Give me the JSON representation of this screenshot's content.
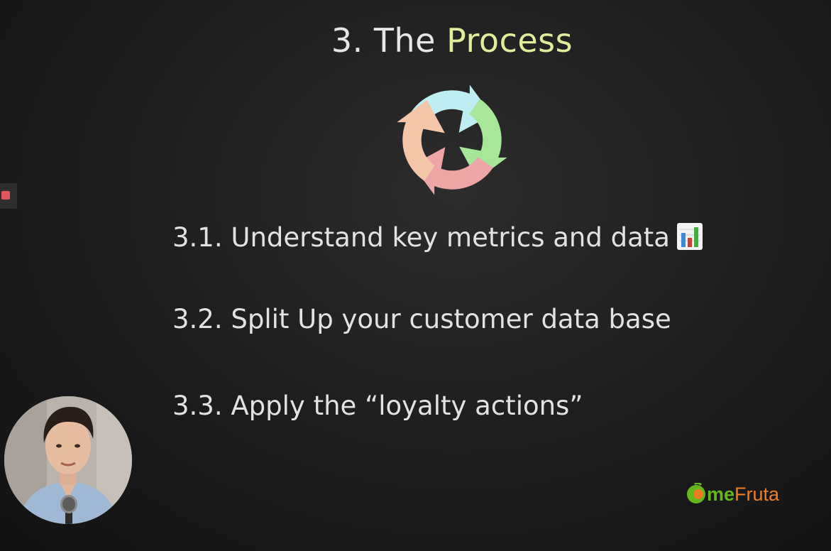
{
  "slide": {
    "title_prefix": "3. The ",
    "title_accent": "Process",
    "items": [
      {
        "label": "3.1. Understand key metrics and data"
      },
      {
        "label": "3.2. Split Up your customer data base"
      },
      {
        "label": "3.3. Apply the “loyalty actions”"
      }
    ]
  },
  "logo": {
    "part1": "me",
    "part2": "Fruta"
  },
  "icons": {
    "cycle": "cycle-arrows-icon",
    "chart": "bar-chart-icon",
    "logo_mark": "orange-c-icon"
  },
  "colors": {
    "background": "#1c1c1c",
    "title": "#e6e6e6",
    "title_accent": "#e2ec9a",
    "item_text": "#e2e2e2",
    "arrow_blue": "#bfeef2",
    "arrow_green": "#a6e79a",
    "arrow_red": "#eea5a6",
    "arrow_orange": "#f2c6a6",
    "logo_green": "#63b81d",
    "logo_orange": "#ef7d22"
  }
}
